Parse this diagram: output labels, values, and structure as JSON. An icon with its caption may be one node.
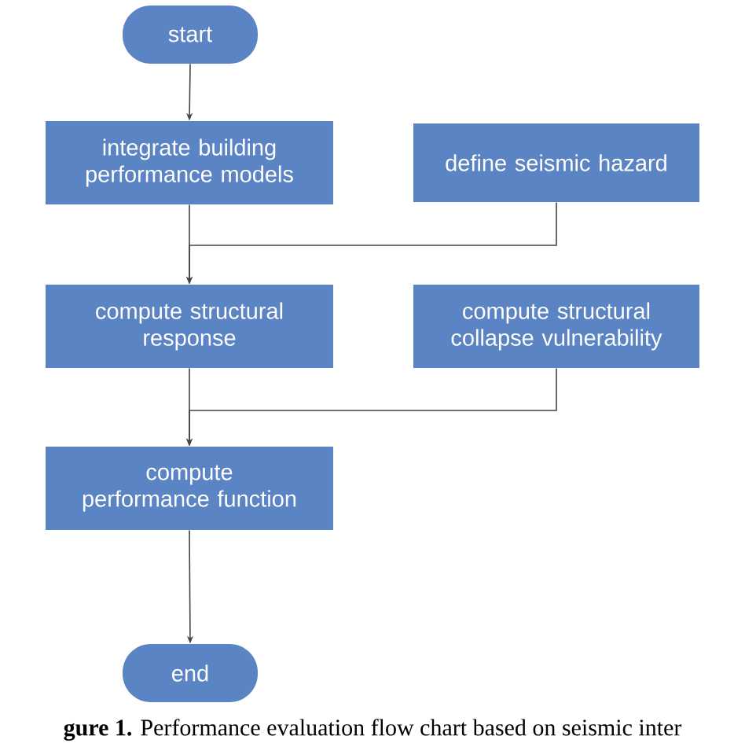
{
  "diagram": {
    "caption": "**gure 1.** Performance evaluation flow chart based on seismic inter",
    "nodes": [
      {
        "text": [
          "start"
        ]
      },
      {
        "text": [
          "integrate building performance models"
        ]
      },
      {
        "text": [
          "define seismic hazard"
        ]
      },
      {
        "text": [
          "compute structural response"
        ]
      },
      {
        "text": [
          "compute structural collapse vulnerability"
        ]
      },
      {
        "text": [
          "compute performance function"
        ]
      },
      {
        "text": [
          "end"
        ]
      }
    ],
    "edges": [
      {
        "from": 0,
        "to": 1,
        "arrow": "to"
      },
      {
        "from": 1,
        "to": 3,
        "arrow": "to"
      },
      {
        "from": 2,
        "to": 3,
        "arrow": "to"
      },
      {
        "from": 3,
        "to": 5,
        "arrow": "to"
      },
      {
        "from": 4,
        "to": 5,
        "arrow": "to"
      },
      {
        "from": 5,
        "to": 6,
        "arrow": "to"
      }
    ]
  }
}
